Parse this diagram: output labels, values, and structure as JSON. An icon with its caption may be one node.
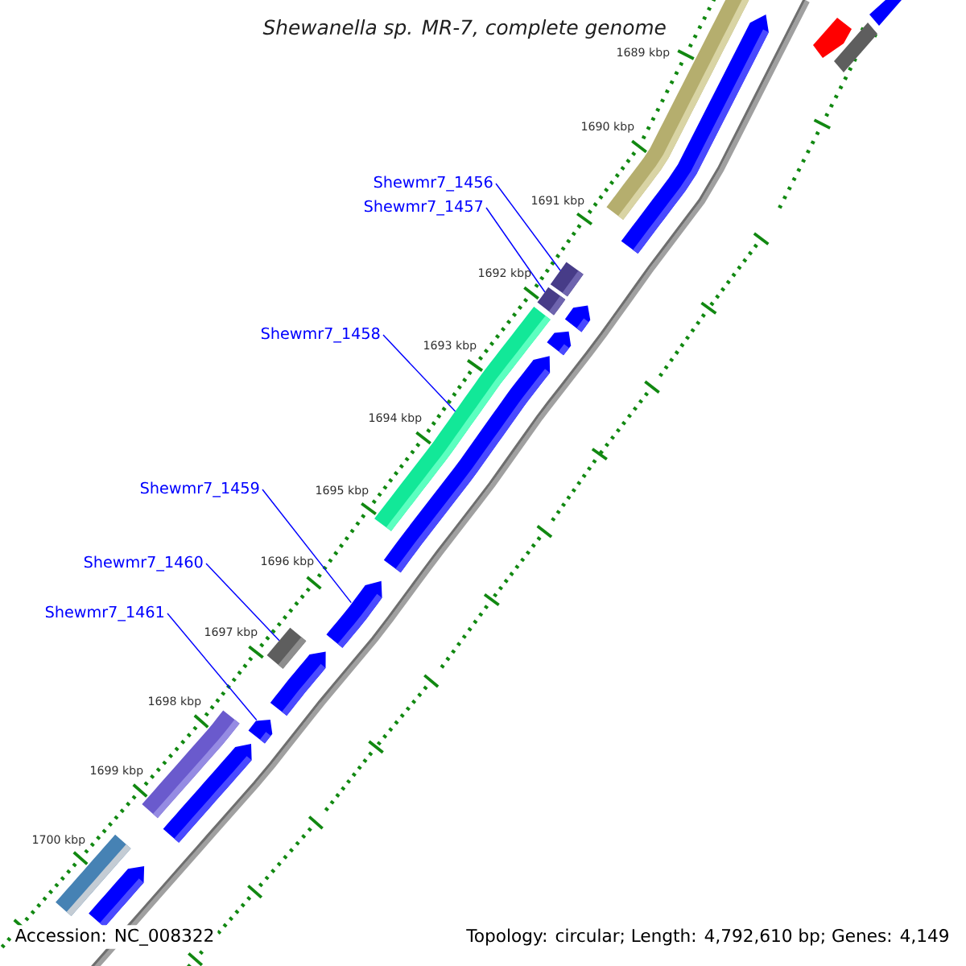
{
  "diagram": {
    "title": "Shewanella sp. MR-7, complete genome",
    "nodes": [
      {
        "text": [
          "Shewmr7_1456"
        ]
      },
      {
        "text": [
          "Shewmr7_1457"
        ]
      },
      {
        "text": [
          "Shewmr7_1458"
        ]
      },
      {
        "text": [
          "Shewmr7_1459"
        ]
      },
      {
        "text": [
          "Shewmr7_1460"
        ]
      },
      {
        "text": [
          "Shewmr7_1461"
        ]
      },
      {
        "text": [],
        "shape": "bar"
      },
      {
        "text": [],
        "shape": "bar"
      },
      {
        "text": [],
        "shape": "bar"
      },
      {
        "text": [],
        "shape": "arrow"
      },
      {
        "text": [],
        "shape": "bar"
      },
      {
        "text": [],
        "shape": "arrow"
      },
      {
        "text": [],
        "shape": "bar"
      },
      {
        "text": [],
        "shape": "bar"
      },
      {
        "text": [],
        "shape": "arrow"
      },
      {
        "text": [],
        "shape": "arrow"
      },
      {
        "text": [],
        "shape": "bar"
      },
      {
        "text": [],
        "shape": "arrow"
      },
      {
        "text": [],
        "shape": "arrow"
      },
      {
        "text": [],
        "shape": "arrow"
      },
      {
        "text": [],
        "shape": "arrow"
      },
      {
        "text": [],
        "shape": "bar"
      },
      {
        "text": [],
        "shape": "arrow"
      },
      {
        "text": [],
        "shape": "bar"
      },
      {
        "text": [],
        "shape": "arrow"
      }
    ],
    "edges": [
      {
        "from": 0,
        "to": 6,
        "arrow": "none"
      },
      {
        "from": 1,
        "to": 7,
        "arrow": "none"
      },
      {
        "from": 2,
        "to": 8,
        "arrow": "none"
      },
      {
        "from": 3,
        "to": 9,
        "arrow": "none"
      },
      {
        "from": 4,
        "to": 10,
        "arrow": "none"
      },
      {
        "from": 5,
        "to": 11,
        "arrow": "none"
      }
    ],
    "labels": [
      "1689 kbp",
      "1690 kbp",
      "1691 kbp",
      "1692 kbp",
      "1693 kbp",
      "1694 kbp",
      "1695 kbp",
      "1696 kbp",
      "1697 kbp",
      "1698 kbp",
      "1699 kbp",
      "1700 kbp",
      "Accession: NC_008322",
      "Topology: circular; Length: 4,792,610 bp; Genes: 4,149"
    ]
  }
}
